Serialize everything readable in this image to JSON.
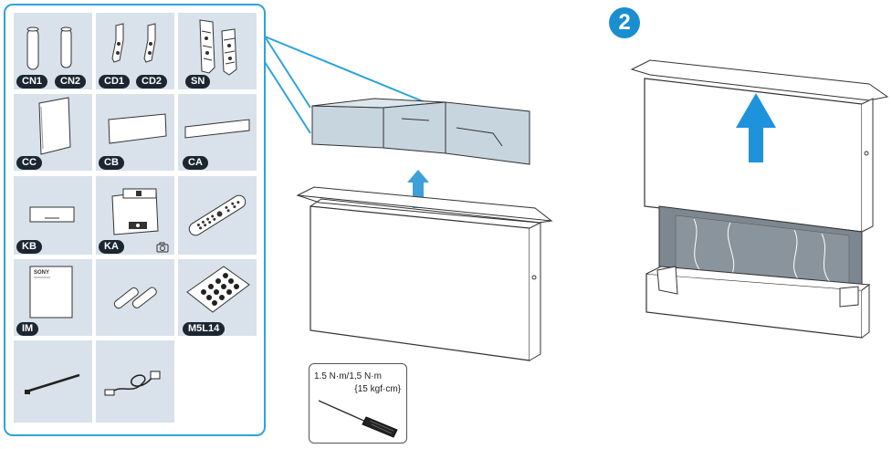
{
  "parts": [
    {
      "id": "cn",
      "labels": [
        "CN1",
        "CN2"
      ],
      "icon": "foot-cylinders"
    },
    {
      "id": "cd",
      "labels": [
        "CD1",
        "CD2"
      ],
      "icon": "stand-brackets"
    },
    {
      "id": "sn",
      "labels": [
        "SN"
      ],
      "icon": "stand-neck"
    },
    {
      "id": "cc",
      "labels": [
        "CC"
      ],
      "icon": "cable-cover"
    },
    {
      "id": "cb",
      "labels": [
        "CB"
      ],
      "icon": "cover-b"
    },
    {
      "id": "ca",
      "labels": [
        "CA"
      ],
      "icon": "cover-a"
    },
    {
      "id": "kb",
      "labels": [
        "KB"
      ],
      "icon": "keyboard-cover"
    },
    {
      "id": "ka",
      "labels": [
        "KA"
      ],
      "icon": "camera-attachment",
      "extra_icon": "camera-icon"
    },
    {
      "id": "remote",
      "labels": [],
      "icon": "remote-control"
    },
    {
      "id": "im",
      "labels": [
        "IM"
      ],
      "icon": "instruction-manual",
      "brand": "SONY"
    },
    {
      "id": "batteries",
      "labels": [],
      "icon": "batteries"
    },
    {
      "id": "screws",
      "labels": [
        "M5L14"
      ],
      "icon": "screws-bag"
    },
    {
      "id": "cable-tie",
      "labels": [],
      "icon": "cable-tie"
    },
    {
      "id": "power-cord",
      "labels": [],
      "icon": "power-cord"
    }
  ],
  "step": {
    "number": "2"
  },
  "torque": {
    "line1": "1.5 N·m/1,5 N·m",
    "line2": "{15 kgf·cm}",
    "tool_icon": "screwdriver"
  },
  "colors": {
    "accent": "#2ea3dc",
    "panel": "#d9e2ea",
    "badge": "#1b2631",
    "step": "#1a8fd0",
    "foam": "#c7d5df",
    "arrow_small": "#3da0d8",
    "arrow_big": "#1f92dc",
    "tv_inner": "#7d8790"
  }
}
